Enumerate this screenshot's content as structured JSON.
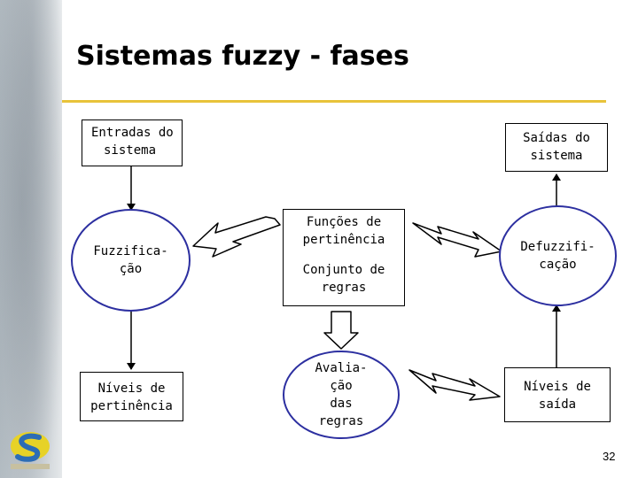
{
  "slide": {
    "title": "Sistemas fuzzy - fases",
    "page_number": "32"
  },
  "nodes": {
    "entradas": {
      "line1": "Entradas do",
      "line2": "sistema"
    },
    "saidas": {
      "line1": "Saídas do",
      "line2": "sistema"
    },
    "fuzzificacao": {
      "line1": "Fuzzifica-",
      "line2": "ção"
    },
    "funcoes": {
      "line1": "Funções de",
      "line2": "pertinência"
    },
    "conjunto": {
      "line1": "Conjunto de",
      "line2": "regras"
    },
    "defuzzificacao": {
      "line1": "Defuzzifi-",
      "line2": "cação"
    },
    "niveis_pertinencia": {
      "line1": "Níveis de",
      "line2": "pertinência"
    },
    "avaliacao": {
      "line1": "Avalia-",
      "line2": "ção",
      "line3": "das",
      "line4": "regras"
    },
    "niveis_saida": {
      "line1": "Níveis de",
      "line2": "saída"
    }
  },
  "colors": {
    "ellipse_border": "#2c2fa0",
    "title_rule": "#e8c33a"
  }
}
